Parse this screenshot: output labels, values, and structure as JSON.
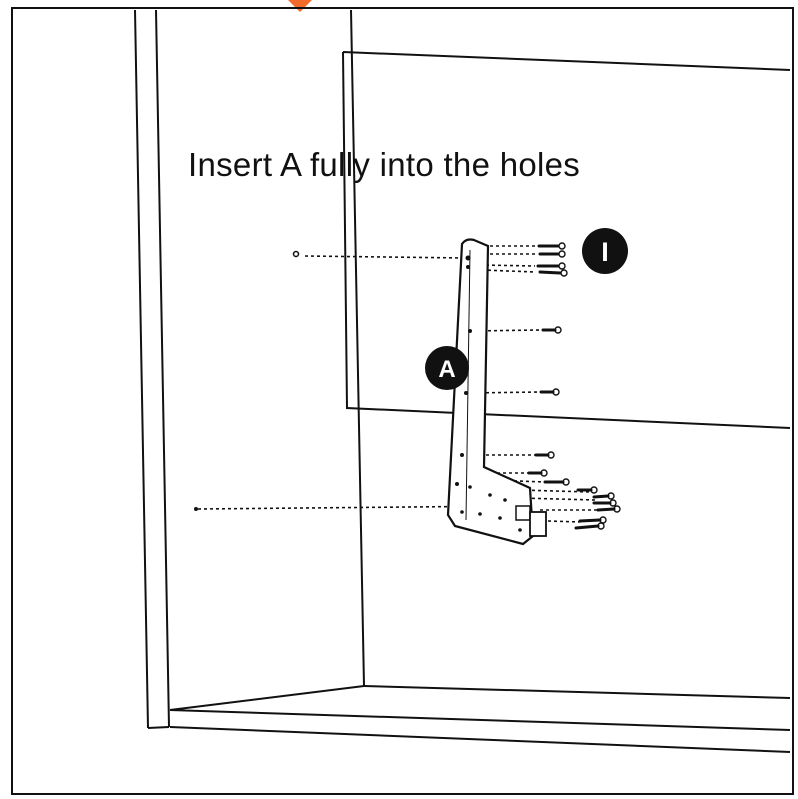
{
  "instruction": {
    "text": "Insert A fully into the holes"
  },
  "callouts": {
    "bracket": "A",
    "screw": "I"
  },
  "colors": {
    "line": "#111111",
    "callout_fill": "#111111",
    "callout_text": "#ffffff",
    "arrow": "#f26b2a"
  }
}
